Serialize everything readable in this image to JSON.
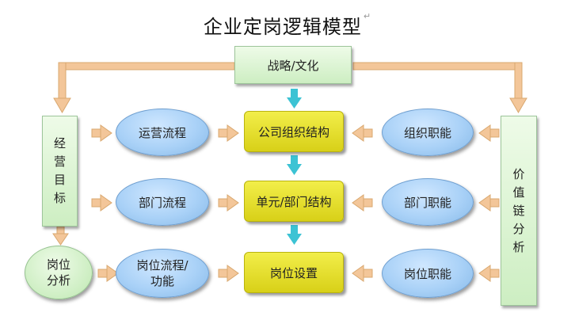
{
  "title": "企业定岗逻辑模型",
  "title_mark": "↵",
  "nodes": {
    "strategy": "战略/文化",
    "business_goal": "经营目标",
    "position_analysis": "岗位分析",
    "value_chain": "价值链分析",
    "operation_process": "运营流程",
    "dept_process": "部门流程",
    "position_process": "岗位流程/功能",
    "company_structure": "公司组织结构",
    "unit_structure": "单元/部门结构",
    "position_setup": "岗位设置",
    "org_function": "组织职能",
    "dept_function": "部门职能",
    "position_function": "岗位职能"
  },
  "colors": {
    "connector": "#f3c699",
    "connector_border": "#d9a86f",
    "down_arrow": "#3cc3d4",
    "green_box": "#cdeec2",
    "blue_ellipse": "#a9d1f7",
    "yellow_box": "#e3dc24"
  }
}
